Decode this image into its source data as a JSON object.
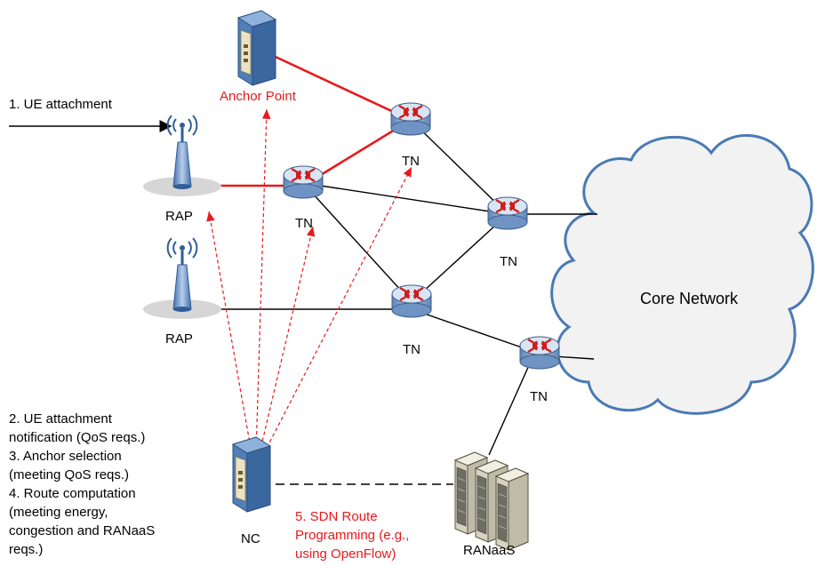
{
  "labels": {
    "ue_attachment": "1. UE attachment",
    "anchor_point": "Anchor Point",
    "rap_top": "RAP",
    "rap_bottom": "RAP",
    "tn_top": "TN",
    "tn_left": "TN",
    "tn_right": "TN",
    "tn_middle": "TN",
    "tn_bottom_right": "TN",
    "core_network": "Core Network",
    "nc": "NC",
    "ranaas": "RANaaS",
    "steps": [
      "2. UE attachment",
      "notification (QoS reqs.)",
      "3. Anchor selection",
      "(meeting QoS reqs.)",
      "4. Route computation",
      "(meeting energy,",
      "congestion and RANaaS",
      "reqs.)"
    ],
    "sdn": [
      "5. SDN Route",
      "Programming (e.g.,",
      "using OpenFlow)"
    ]
  },
  "colors": {
    "red": "#e8191c",
    "cloud_fill": "#f2f2f2",
    "cloud_stroke": "#4a7ab5",
    "router_blue": "#7fa3cf",
    "server_cream": "#e9e3c4"
  },
  "icons": {
    "router": "router-icon",
    "antenna": "antenna-icon",
    "server": "server-icon",
    "cloud": "cloud-icon"
  }
}
